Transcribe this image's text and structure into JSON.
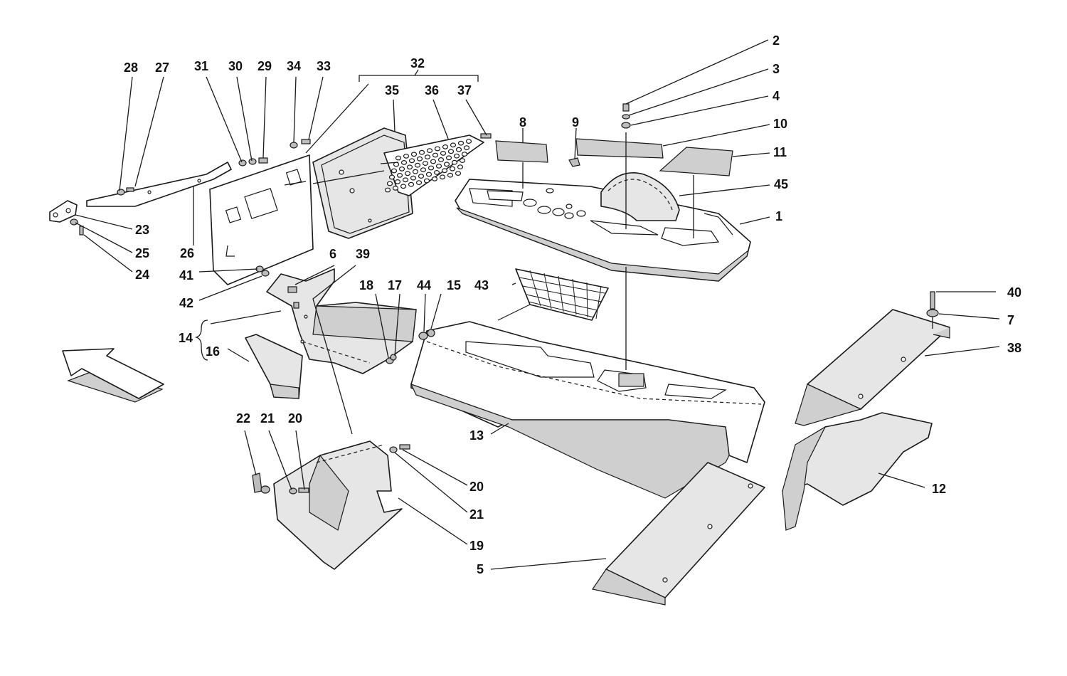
{
  "diagram": {
    "callouts": [
      {
        "id": "c1",
        "text": "1"
      },
      {
        "id": "c2",
        "text": "2"
      },
      {
        "id": "c3",
        "text": "3"
      },
      {
        "id": "c4",
        "text": "4"
      },
      {
        "id": "c5",
        "text": "5"
      },
      {
        "id": "c6",
        "text": "6"
      },
      {
        "id": "c7",
        "text": "7"
      },
      {
        "id": "c8",
        "text": "8"
      },
      {
        "id": "c9",
        "text": "9"
      },
      {
        "id": "c10",
        "text": "10"
      },
      {
        "id": "c11",
        "text": "11"
      },
      {
        "id": "c12",
        "text": "12"
      },
      {
        "id": "c13",
        "text": "13"
      },
      {
        "id": "c14",
        "text": "14"
      },
      {
        "id": "c15",
        "text": "15"
      },
      {
        "id": "c16",
        "text": "16"
      },
      {
        "id": "c17",
        "text": "17"
      },
      {
        "id": "c18",
        "text": "18"
      },
      {
        "id": "c19",
        "text": "19"
      },
      {
        "id": "c20a",
        "text": "20"
      },
      {
        "id": "c20b",
        "text": "20"
      },
      {
        "id": "c21a",
        "text": "21"
      },
      {
        "id": "c21b",
        "text": "21"
      },
      {
        "id": "c22",
        "text": "22"
      },
      {
        "id": "c23",
        "text": "23"
      },
      {
        "id": "c24",
        "text": "24"
      },
      {
        "id": "c25",
        "text": "25"
      },
      {
        "id": "c26",
        "text": "26"
      },
      {
        "id": "c27",
        "text": "27"
      },
      {
        "id": "c28",
        "text": "28"
      },
      {
        "id": "c29",
        "text": "29"
      },
      {
        "id": "c30",
        "text": "30"
      },
      {
        "id": "c31",
        "text": "31"
      },
      {
        "id": "c32",
        "text": "32"
      },
      {
        "id": "c33",
        "text": "33"
      },
      {
        "id": "c34",
        "text": "34"
      },
      {
        "id": "c35",
        "text": "35"
      },
      {
        "id": "c36",
        "text": "36"
      },
      {
        "id": "c37",
        "text": "37"
      },
      {
        "id": "c38",
        "text": "38"
      },
      {
        "id": "c39",
        "text": "39"
      },
      {
        "id": "c40",
        "text": "40"
      },
      {
        "id": "c41",
        "text": "41"
      },
      {
        "id": "c42",
        "text": "42"
      },
      {
        "id": "c43",
        "text": "43"
      },
      {
        "id": "c44",
        "text": "44"
      },
      {
        "id": "c45",
        "text": "45"
      }
    ]
  }
}
